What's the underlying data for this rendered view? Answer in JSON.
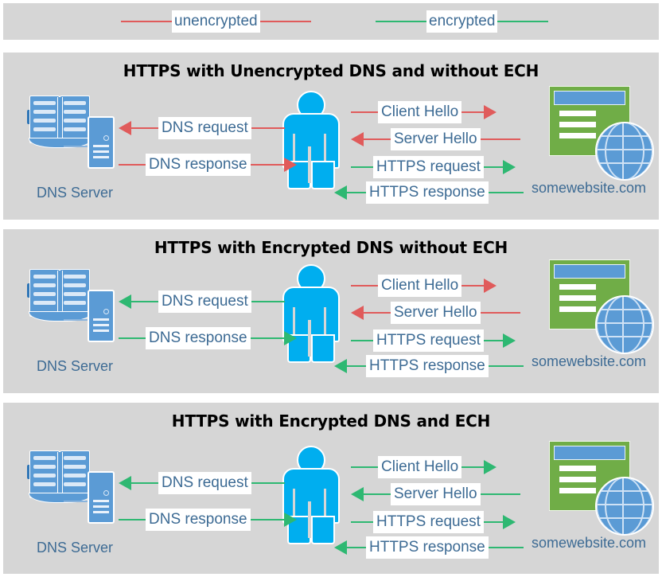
{
  "colors": {
    "unencrypted": "#e05b5b",
    "encrypted": "#2eb872",
    "panel_background": "#d6d6d6",
    "page_background": "#ffffff",
    "label_text": "#3d6b94",
    "title_text": "#000000",
    "person_blue": "#00aeef",
    "server_blue": "#5b9bd5",
    "website_green": "#70ad47"
  },
  "legend": {
    "items": [
      {
        "label": "unencrypted",
        "color_key": "unencrypted"
      },
      {
        "label": "encrypted",
        "color_key": "encrypted"
      }
    ]
  },
  "nodes": {
    "dns_server_label": "DNS Server",
    "website_label": "somewebsite.com",
    "user_label": "user"
  },
  "panels": [
    {
      "title": "HTTPS with Unencrypted DNS and without ECH",
      "left_flows": [
        {
          "label": "DNS request",
          "direction": "left",
          "encrypted": false
        },
        {
          "label": "DNS response",
          "direction": "right",
          "encrypted": false
        }
      ],
      "right_flows": [
        {
          "label": "Client Hello",
          "direction": "right",
          "encrypted": false
        },
        {
          "label": "Server Hello",
          "direction": "left",
          "encrypted": false
        },
        {
          "label": "HTTPS request",
          "direction": "right",
          "encrypted": true
        },
        {
          "label": "HTTPS response",
          "direction": "left",
          "encrypted": true
        }
      ]
    },
    {
      "title": "HTTPS with Encrypted DNS without ECH",
      "left_flows": [
        {
          "label": "DNS request",
          "direction": "left",
          "encrypted": true
        },
        {
          "label": "DNS response",
          "direction": "right",
          "encrypted": true
        }
      ],
      "right_flows": [
        {
          "label": "Client Hello",
          "direction": "right",
          "encrypted": false
        },
        {
          "label": "Server Hello",
          "direction": "left",
          "encrypted": false
        },
        {
          "label": "HTTPS request",
          "direction": "right",
          "encrypted": true
        },
        {
          "label": "HTTPS response",
          "direction": "left",
          "encrypted": true
        }
      ]
    },
    {
      "title": "HTTPS with Encrypted DNS and ECH",
      "left_flows": [
        {
          "label": "DNS request",
          "direction": "left",
          "encrypted": true
        },
        {
          "label": "DNS response",
          "direction": "right",
          "encrypted": true
        }
      ],
      "right_flows": [
        {
          "label": "Client Hello",
          "direction": "right",
          "encrypted": true
        },
        {
          "label": "Server Hello",
          "direction": "left",
          "encrypted": true
        },
        {
          "label": "HTTPS request",
          "direction": "right",
          "encrypted": true
        },
        {
          "label": "HTTPS response",
          "direction": "left",
          "encrypted": true
        }
      ]
    }
  ]
}
